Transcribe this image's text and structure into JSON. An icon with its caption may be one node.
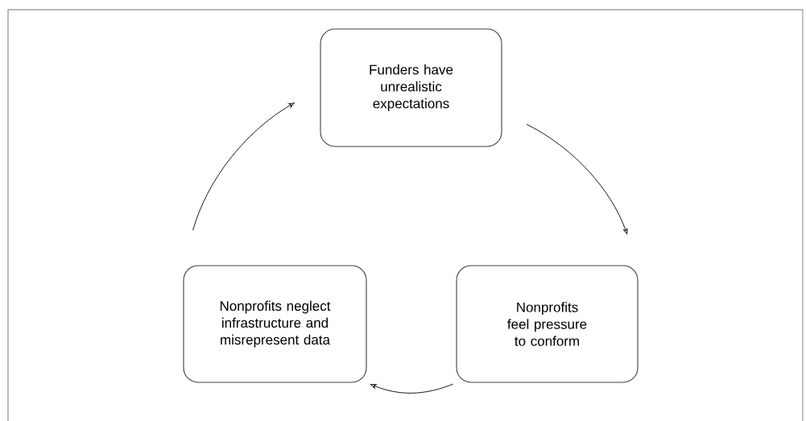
{
  "diagram": {
    "nodes": [
      {
        "text": [
          "Funders have unrealistic expectations"
        ]
      },
      {
        "text": [
          "Nonprofits feel pressure to conform"
        ]
      },
      {
        "text": [
          "Nonprofits neglect infrastructure and misrepresent data"
        ]
      }
    ],
    "edges": [
      {
        "from": 0,
        "to": 1,
        "arrow": "to"
      },
      {
        "from": 1,
        "to": 2,
        "arrow": "to"
      },
      {
        "from": 2,
        "to": 0,
        "arrow": "to"
      }
    ]
  }
}
